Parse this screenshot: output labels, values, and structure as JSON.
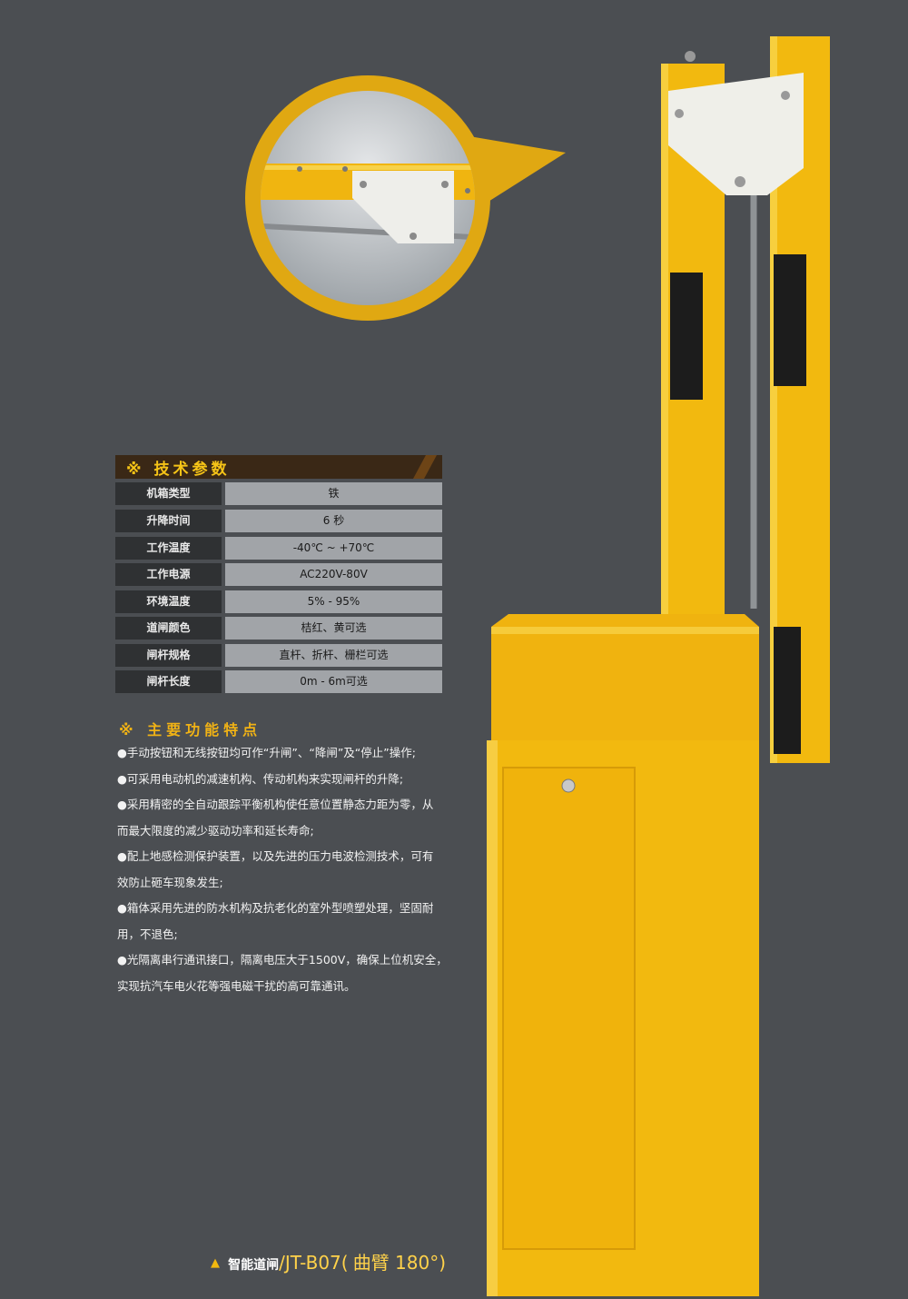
{
  "spec": {
    "title": "※ 技术参数",
    "rows": [
      {
        "label": "机箱类型",
        "value": "铁"
      },
      {
        "label": "升降时间",
        "value": "6 秒"
      },
      {
        "label": "工作温度",
        "value": "-40℃ ~ +70℃"
      },
      {
        "label": "工作电源",
        "value": "AC220V-80V"
      },
      {
        "label": "环境温度",
        "value": "5% - 95%"
      },
      {
        "label": "道闸颜色",
        "value": "桔红、黄可选"
      },
      {
        "label": "闸杆规格",
        "value": "直杆、折杆、栅栏可选"
      },
      {
        "label": "闸杆长度",
        "value": "0m - 6m可选"
      }
    ]
  },
  "features": {
    "title": "※ 主要功能特点",
    "lines": [
      "●手动按钮和无线按钮均可作“升闸”、“降闸”及“停止”操作;",
      "●可采用电动机的减速机构、传动机构来实现闸杆的升降;",
      "●采用精密的全自动跟踪平衡机构使任意位置静态力距为零，从",
      "而最大限度的减少驱动功率和延长寿命;",
      "●配上地感检测保护装置，以及先进的压力电波检测技术，可有",
      "效防止砸车现象发生;",
      "●箱体采用先进的防水机构及抗老化的室外型喷塑处理，坚固耐",
      "用，不退色;",
      "●光隔离串行通讯接口，隔离电压大于1500V，确保上位机安全，",
      "实现抗汽车电火花等强电磁干扰的高可靠通讯。"
    ]
  },
  "footer": {
    "marker": "▲",
    "label": "智能道闸",
    "model": "/JT-B07(",
    "model_desc": "曲臂 180°)"
  },
  "colors": {
    "background": "#4b4e52",
    "yellow": "#f2b90f",
    "label_bg": "#2f3133",
    "value_bg": "#a1a4a8"
  }
}
